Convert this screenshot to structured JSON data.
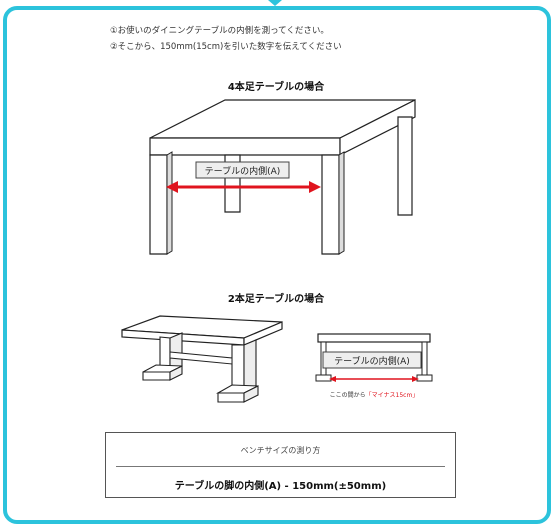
{
  "instructions": [
    "①お使いのダイニングテーブルの内側を測ってください。",
    "②そこから、150mm(15cm)を引いた数字を伝えてください"
  ],
  "four_leg": {
    "heading": "4本足テーブルの場合",
    "label": "テーブルの内側(A)"
  },
  "two_leg": {
    "heading": "2本足テーブルの場合",
    "label": "テーブルの内側(A)",
    "note_prefix": "ここの間から",
    "note_highlight": "「マイナス15cm」"
  },
  "bench_box": {
    "title": "ベンチサイズの測り方",
    "formula": "テーブルの脚の内側(A) - 150mm(±50mm)"
  },
  "colors": {
    "frame": "#2cc3dc",
    "arrow": "#e0141e"
  }
}
